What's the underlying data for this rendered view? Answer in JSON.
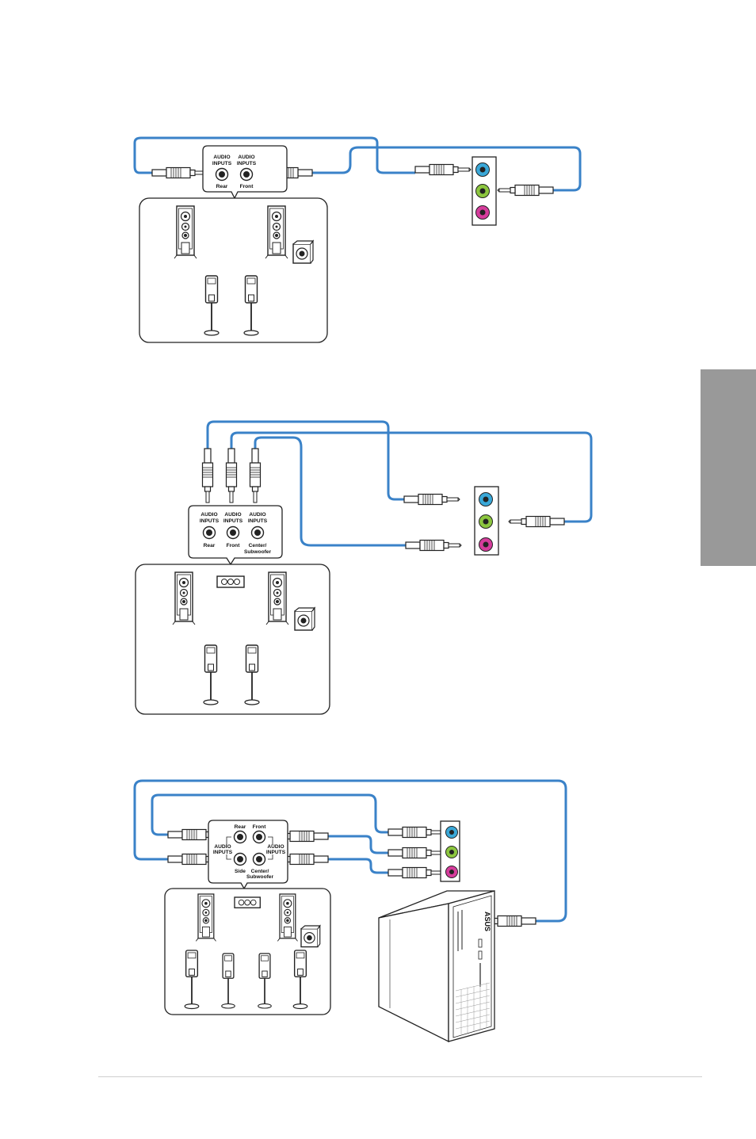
{
  "colors": {
    "cable": "#3a82c8",
    "line_in": "#3aa8d8",
    "line_out": "#8cc63f",
    "mic_in": "#d63c9c",
    "side_tab": "#999999"
  },
  "diagrams": [
    {
      "ports": [
        {
          "line1": "AUDIO",
          "line2": "INPUTS",
          "name": "Rear"
        },
        {
          "line1": "AUDIO",
          "line2": "INPUTS",
          "name": "Front"
        }
      ]
    },
    {
      "ports": [
        {
          "line1": "AUDIO",
          "line2": "INPUTS",
          "name": "Rear"
        },
        {
          "line1": "AUDIO",
          "line2": "INPUTS",
          "name": "Front"
        },
        {
          "line1": "AUDIO",
          "line2": "INPUTS",
          "name": "Center/",
          "name2": "Subwoofer"
        }
      ]
    },
    {
      "ports": {
        "rear": "Rear",
        "front": "Front",
        "side": "Side",
        "center_1": "Center/",
        "center_2": "Subwoofer",
        "audio_left_1": "AUDIO",
        "audio_left_2": "INPUTS",
        "audio_right_1": "AUDIO",
        "audio_right_2": "INPUTS"
      },
      "brand_logo": "ASUS"
    }
  ],
  "icons": [
    "audio-jack-panel-icon",
    "speaker-tower-icon",
    "satellite-speaker-icon",
    "subwoofer-icon",
    "center-speaker-icon",
    "audio-plug-icon",
    "desktop-pc-icon"
  ]
}
